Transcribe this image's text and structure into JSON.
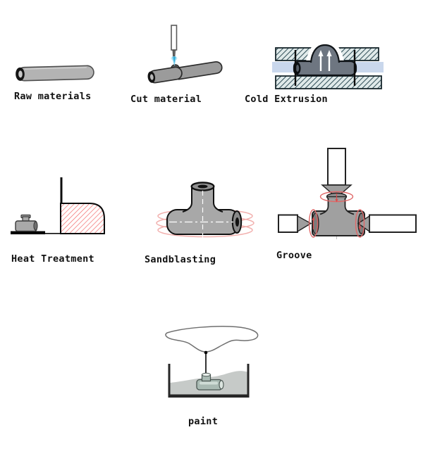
{
  "diagram": {
    "background": "#ffffff",
    "steps": [
      {
        "id": "raw-materials",
        "label": "Raw materials"
      },
      {
        "id": "cut-material",
        "label": "Cut material"
      },
      {
        "id": "cold-extrusion",
        "label": "Cold Extrusion"
      },
      {
        "id": "heat-treatment",
        "label": "Heat Treatment"
      },
      {
        "id": "sandblasting",
        "label": "Sandblasting"
      },
      {
        "id": "groove",
        "label": "Groove"
      },
      {
        "id": "paint",
        "label": "paint"
      }
    ],
    "colors": {
      "pipe_gray": "#b3b3b3",
      "fitting_gray": "#a8a8a8",
      "extruded_tee_gray": "#6e7681",
      "outline_black": "#1a1a1a",
      "torch_flame_blue": "#2fa9d8",
      "die_hatch_teal": "#2d4b55",
      "die_hatch_bg": "#e0eaea",
      "die_guide_blue": "#c9d7ec",
      "furnace_hatch_red": "#f26b6b",
      "sandblast_ring_pink": "#f2b0ae",
      "groove_marker_red": "#e06868",
      "paint_liquid_gray": "#c6cac8",
      "paint_fitting_teal": "#a9bab3"
    }
  }
}
